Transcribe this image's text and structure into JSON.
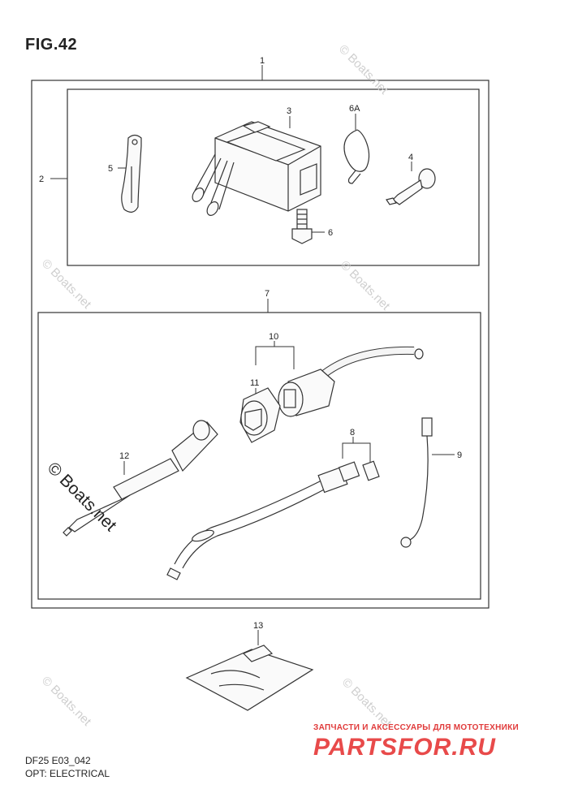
{
  "figure": {
    "title": "FIG.42",
    "code": "DF25 E03_042",
    "name": "OPT: ELECTRICAL"
  },
  "callouts": [
    "1",
    "2",
    "3",
    "6A",
    "4",
    "5",
    "6",
    "7",
    "10",
    "11",
    "12",
    "8",
    "9",
    "13"
  ],
  "watermark": {
    "text": "© Boats.net",
    "large_text": "© Boats.net"
  },
  "banner": {
    "tagline": "ЗАПЧАСТИ И АКСЕССУАРЫ ДЛЯ МОТОТЕХНИКИ",
    "brand": "PARTSFOR.RU",
    "color": "#e84a4a"
  }
}
